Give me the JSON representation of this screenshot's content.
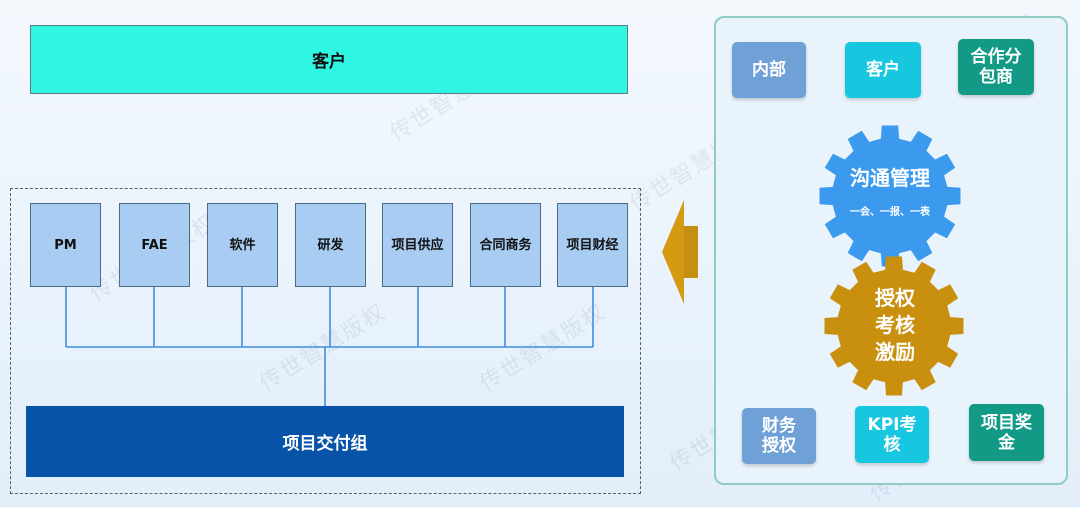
{
  "customer_label": "客户",
  "roles": [
    "PM",
    "FAE",
    "软件",
    "研发",
    "项目供应",
    "合同商务",
    "项目财经"
  ],
  "delivery_label": "项目交付组",
  "stakeholders": [
    "内部",
    "客户",
    "合作分包商"
  ],
  "gear_top": {
    "title": "沟通管理",
    "subtitle": "一会、一报、一表"
  },
  "gear_bottom": {
    "title": "授权考核激励"
  },
  "mechanisms": [
    "财务授权",
    "KPI考核",
    "项目奖金"
  ],
  "watermark_text": "传世智慧版权",
  "colors": {
    "customer_bar": "#2ff5e3",
    "role_box": "#a9cdf2",
    "delivery_bar": "#0753a8",
    "gear_top": "#3b99ee",
    "gear_bottom": "#c9900f",
    "tag_gray_blue": "#6fa0d6",
    "tag_cyan": "#17c7e0",
    "tag_teal": "#129a86"
  }
}
